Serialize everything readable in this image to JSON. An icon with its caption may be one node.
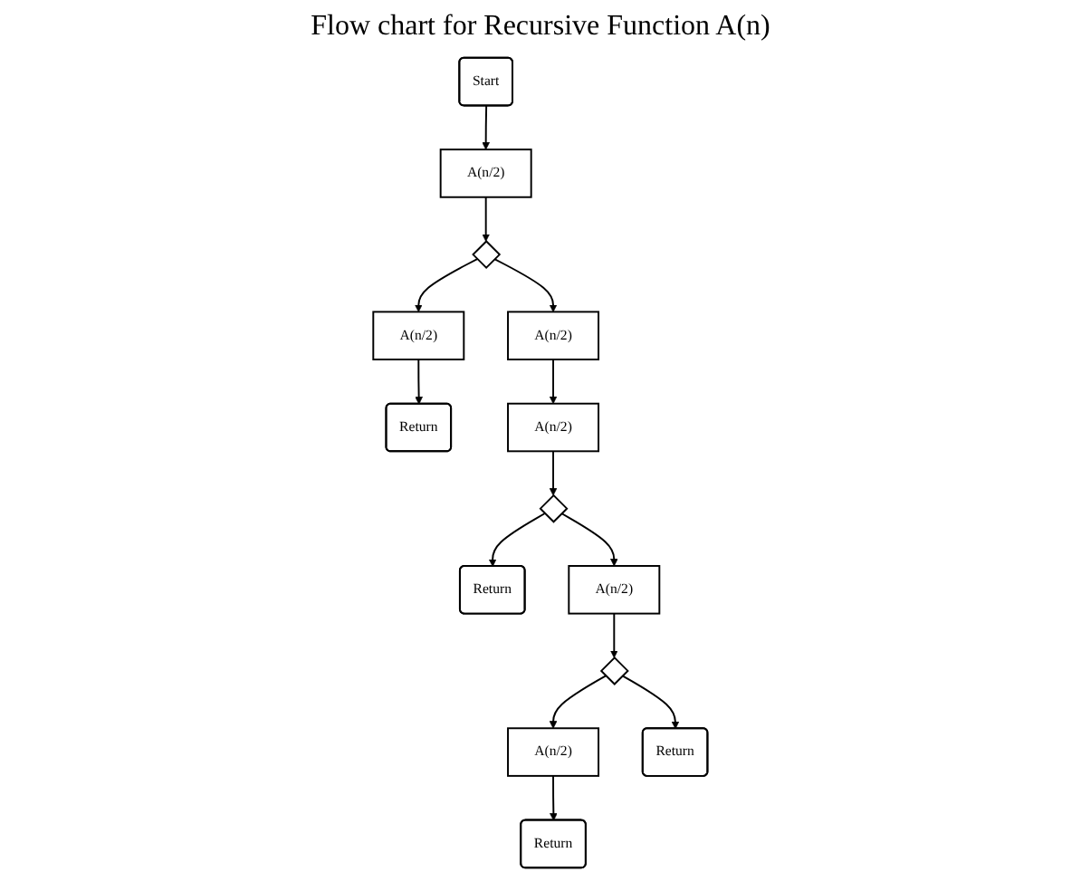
{
  "diagram": {
    "title": "Flow chart for Recursive Function A(n)",
    "nodes": [
      {
        "text": [
          "Start"
        ]
      },
      {
        "text": [
          "A(n/2)"
        ]
      },
      {
        "text": [
          "Return"
        ]
      },
      {
        "text": [
          "A(n/2)"
        ]
      },
      {
        "text": [],
        "shape": "diamond"
      },
      {
        "text": [
          "A(n/2)"
        ]
      },
      {
        "text": [
          "A(n/2)"
        ]
      },
      {
        "text": [],
        "shape": "diamond"
      },
      {
        "text": [
          "Return"
        ]
      },
      {
        "text": [
          "A(n/2)"
        ]
      },
      {
        "text": [
          "Return"
        ]
      },
      {
        "text": [
          "A(n/2)"
        ]
      },
      {
        "text": [],
        "shape": "diamond"
      },
      {
        "text": [
          "Return"
        ]
      }
    ],
    "edges": [
      {
        "from": 0,
        "to": 1,
        "arrow": "to"
      },
      {
        "from": 1,
        "to": 4,
        "arrow": "to"
      },
      {
        "from": 4,
        "to": 3,
        "arrow": "to"
      },
      {
        "from": 3,
        "to": 2,
        "arrow": "to"
      },
      {
        "from": 4,
        "to": 5,
        "arrow": "to"
      },
      {
        "from": 5,
        "to": 6,
        "arrow": "to"
      },
      {
        "from": 6,
        "to": 7,
        "arrow": "to"
      },
      {
        "from": 7,
        "to": 8,
        "arrow": "to"
      },
      {
        "from": 7,
        "to": 9,
        "arrow": "to"
      },
      {
        "from": 9,
        "to": 12,
        "arrow": "to"
      },
      {
        "from": 12,
        "to": 11,
        "arrow": "to"
      },
      {
        "from": 11,
        "to": 10,
        "arrow": "to"
      },
      {
        "from": 12,
        "to": 13,
        "arrow": "to"
      }
    ]
  }
}
